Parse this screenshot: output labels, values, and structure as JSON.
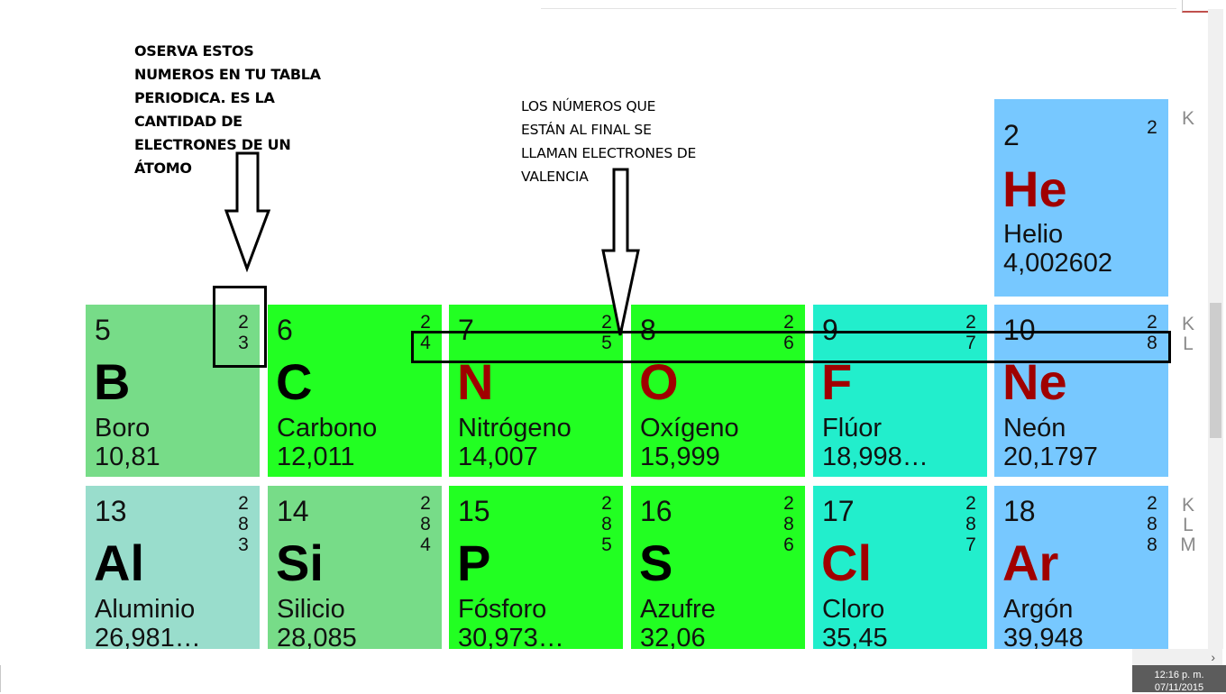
{
  "annotation_left": {
    "lines": [
      "OSERVA ESTOS",
      "NUMEROS EN TU TABLA",
      "PERIODICA. ES LA",
      "CANTIDAD DE",
      "ELECTRONES DE UN",
      "ÁTOMO"
    ]
  },
  "annotation_right": {
    "lines": [
      "LOS NÚMEROS QUE",
      "ESTÁN AL FINAL SE",
      "LLAMAN ELECTRONES DE",
      "VALENCIA"
    ]
  },
  "shell_labels": {
    "row1": [
      "K"
    ],
    "row2": [
      "K",
      "L"
    ],
    "row3": [
      "K",
      "L",
      "M"
    ]
  },
  "colors": {
    "metalloid": "#77dc88",
    "nonmetal": "#22ff22",
    "halogen": "#22eecc",
    "noble_gas": "#77c8ff",
    "post_transition": "#99ddcc",
    "gas_symbol": "#a00000"
  },
  "elements": {
    "he": {
      "number": "2",
      "symbol": "He",
      "name": "Helio",
      "mass": "4,002602",
      "shells": [
        "2"
      ]
    },
    "b": {
      "number": "5",
      "symbol": "B",
      "name": "Boro",
      "mass": "10,81",
      "shells": [
        "2",
        "3"
      ]
    },
    "c": {
      "number": "6",
      "symbol": "C",
      "name": "Carbono",
      "mass": "12,011",
      "shells": [
        "2",
        "4"
      ]
    },
    "n": {
      "number": "7",
      "symbol": "N",
      "name": "Nitrógeno",
      "mass": "14,007",
      "shells": [
        "2",
        "5"
      ]
    },
    "o": {
      "number": "8",
      "symbol": "O",
      "name": "Oxígeno",
      "mass": "15,999",
      "shells": [
        "2",
        "6"
      ]
    },
    "f": {
      "number": "9",
      "symbol": "F",
      "name": "Flúor",
      "mass": "18,998…",
      "shells": [
        "2",
        "7"
      ]
    },
    "ne": {
      "number": "10",
      "symbol": "Ne",
      "name": "Neón",
      "mass": "20,1797",
      "shells": [
        "2",
        "8"
      ]
    },
    "al": {
      "number": "13",
      "symbol": "Al",
      "name": "Aluminio",
      "mass": "26,981…",
      "shells": [
        "2",
        "8",
        "3"
      ]
    },
    "si": {
      "number": "14",
      "symbol": "Si",
      "name": "Silicio",
      "mass": "28,085",
      "shells": [
        "2",
        "8",
        "4"
      ]
    },
    "p": {
      "number": "15",
      "symbol": "P",
      "name": "Fósforo",
      "mass": "30,973…",
      "shells": [
        "2",
        "8",
        "5"
      ]
    },
    "s": {
      "number": "16",
      "symbol": "S",
      "name": "Azufre",
      "mass": "32,06",
      "shells": [
        "2",
        "8",
        "6"
      ]
    },
    "cl": {
      "number": "17",
      "symbol": "Cl",
      "name": "Cloro",
      "mass": "35,45",
      "shells": [
        "2",
        "8",
        "7"
      ]
    },
    "ar": {
      "number": "18",
      "symbol": "Ar",
      "name": "Argón",
      "mass": "39,948",
      "shells": [
        "2",
        "8",
        "8"
      ]
    }
  },
  "scrollbar": {
    "h_arrow": "›"
  },
  "taskbar": {
    "time": "12:16 p. m.",
    "date": "07/11/2015"
  }
}
